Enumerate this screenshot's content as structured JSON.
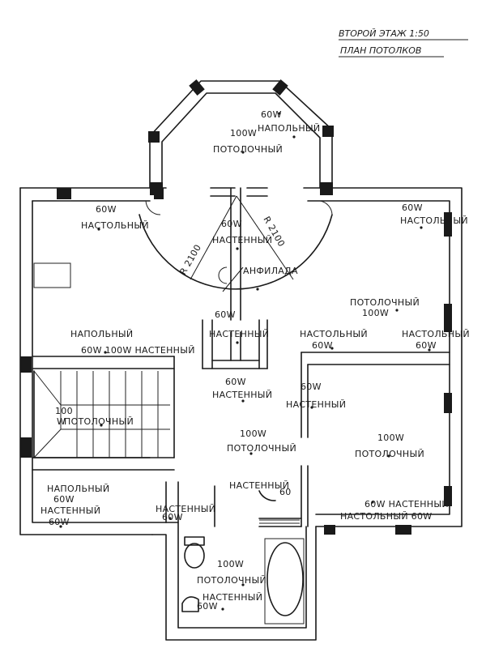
{
  "title": {
    "line1": "ВТОРОЙ ЭТАЖ 1:50",
    "line2": "ПЛАН ПОТОЛКОВ"
  },
  "dimensions": {
    "radius_left": "R 2100",
    "radius_right": "R 2100",
    "arc_label": "АНФИЛАДА"
  },
  "labels": {
    "bay_ceiling_w": "100W",
    "bay_ceiling": "ПОТОЛОЧНЫЙ",
    "bay_floor_w": "60W",
    "bay_floor": "НАПОЛЬНЫЙ",
    "nw_table_w": "60W",
    "nw_table": "НАСТОЛЬНЫЙ",
    "hall_wall_w": "60W",
    "hall_wall": "НАСТЕННЫЙ",
    "ne_table_w": "60W",
    "ne_table": "НАСТОЛЬНЫЙ",
    "corr_wall_w": "60W",
    "corr_wall": "НАСТЕННЫЙ",
    "east_ceiling": "ПОТОЛОЧНЫЙ",
    "east_ceiling_w": "100W",
    "east_table1": "НАСТОЛЬНЫЙ",
    "east_table1_w": "60W",
    "east_table2": "НАСТОЛЬНЫЙ",
    "east_table2_w": "60W",
    "west_floor": "НАПОЛЬНЫЙ",
    "west_mix": "60W  100W НАСТЕННЫЙ",
    "center_wall_w": "60W",
    "center_wall": "НАСТЕННЫЙ",
    "center_wall2_w": "60W",
    "center_wall2": "НАСТЕННЫЙ",
    "stair_w": "100\nW",
    "stair_ceiling": "ПОТОЛОЧНЫЙ",
    "mid_ceiling_w": "100W",
    "mid_ceiling": "ПОТОЛОЧНЫЙ",
    "se_ceiling_w": "100W",
    "se_ceiling": "ПОТОЛОЧНЫЙ",
    "hall_wall3": "НАСТЕННЫЙ",
    "hall_wall3_w": "60",
    "sw_floor": "НАПОЛЬНЫЙ",
    "sw_floor_w": "60W",
    "sw_wall": "НАСТЕННЫЙ",
    "sw_wall_w": "60W",
    "sw_wall2": "НАСТЕННЫЙ",
    "sw_wall2_w": "60W",
    "se_wall": "60W НАСТЕННЫЙ",
    "se_table": "НАСТОЛЬНЫЙ 60W",
    "bath_ceiling_w": "100W",
    "bath_ceiling": "ПОТОЛОЧНЫЙ",
    "bath_wall": "НАСТЕННЫЙ",
    "bath_wall_w": "60W"
  }
}
